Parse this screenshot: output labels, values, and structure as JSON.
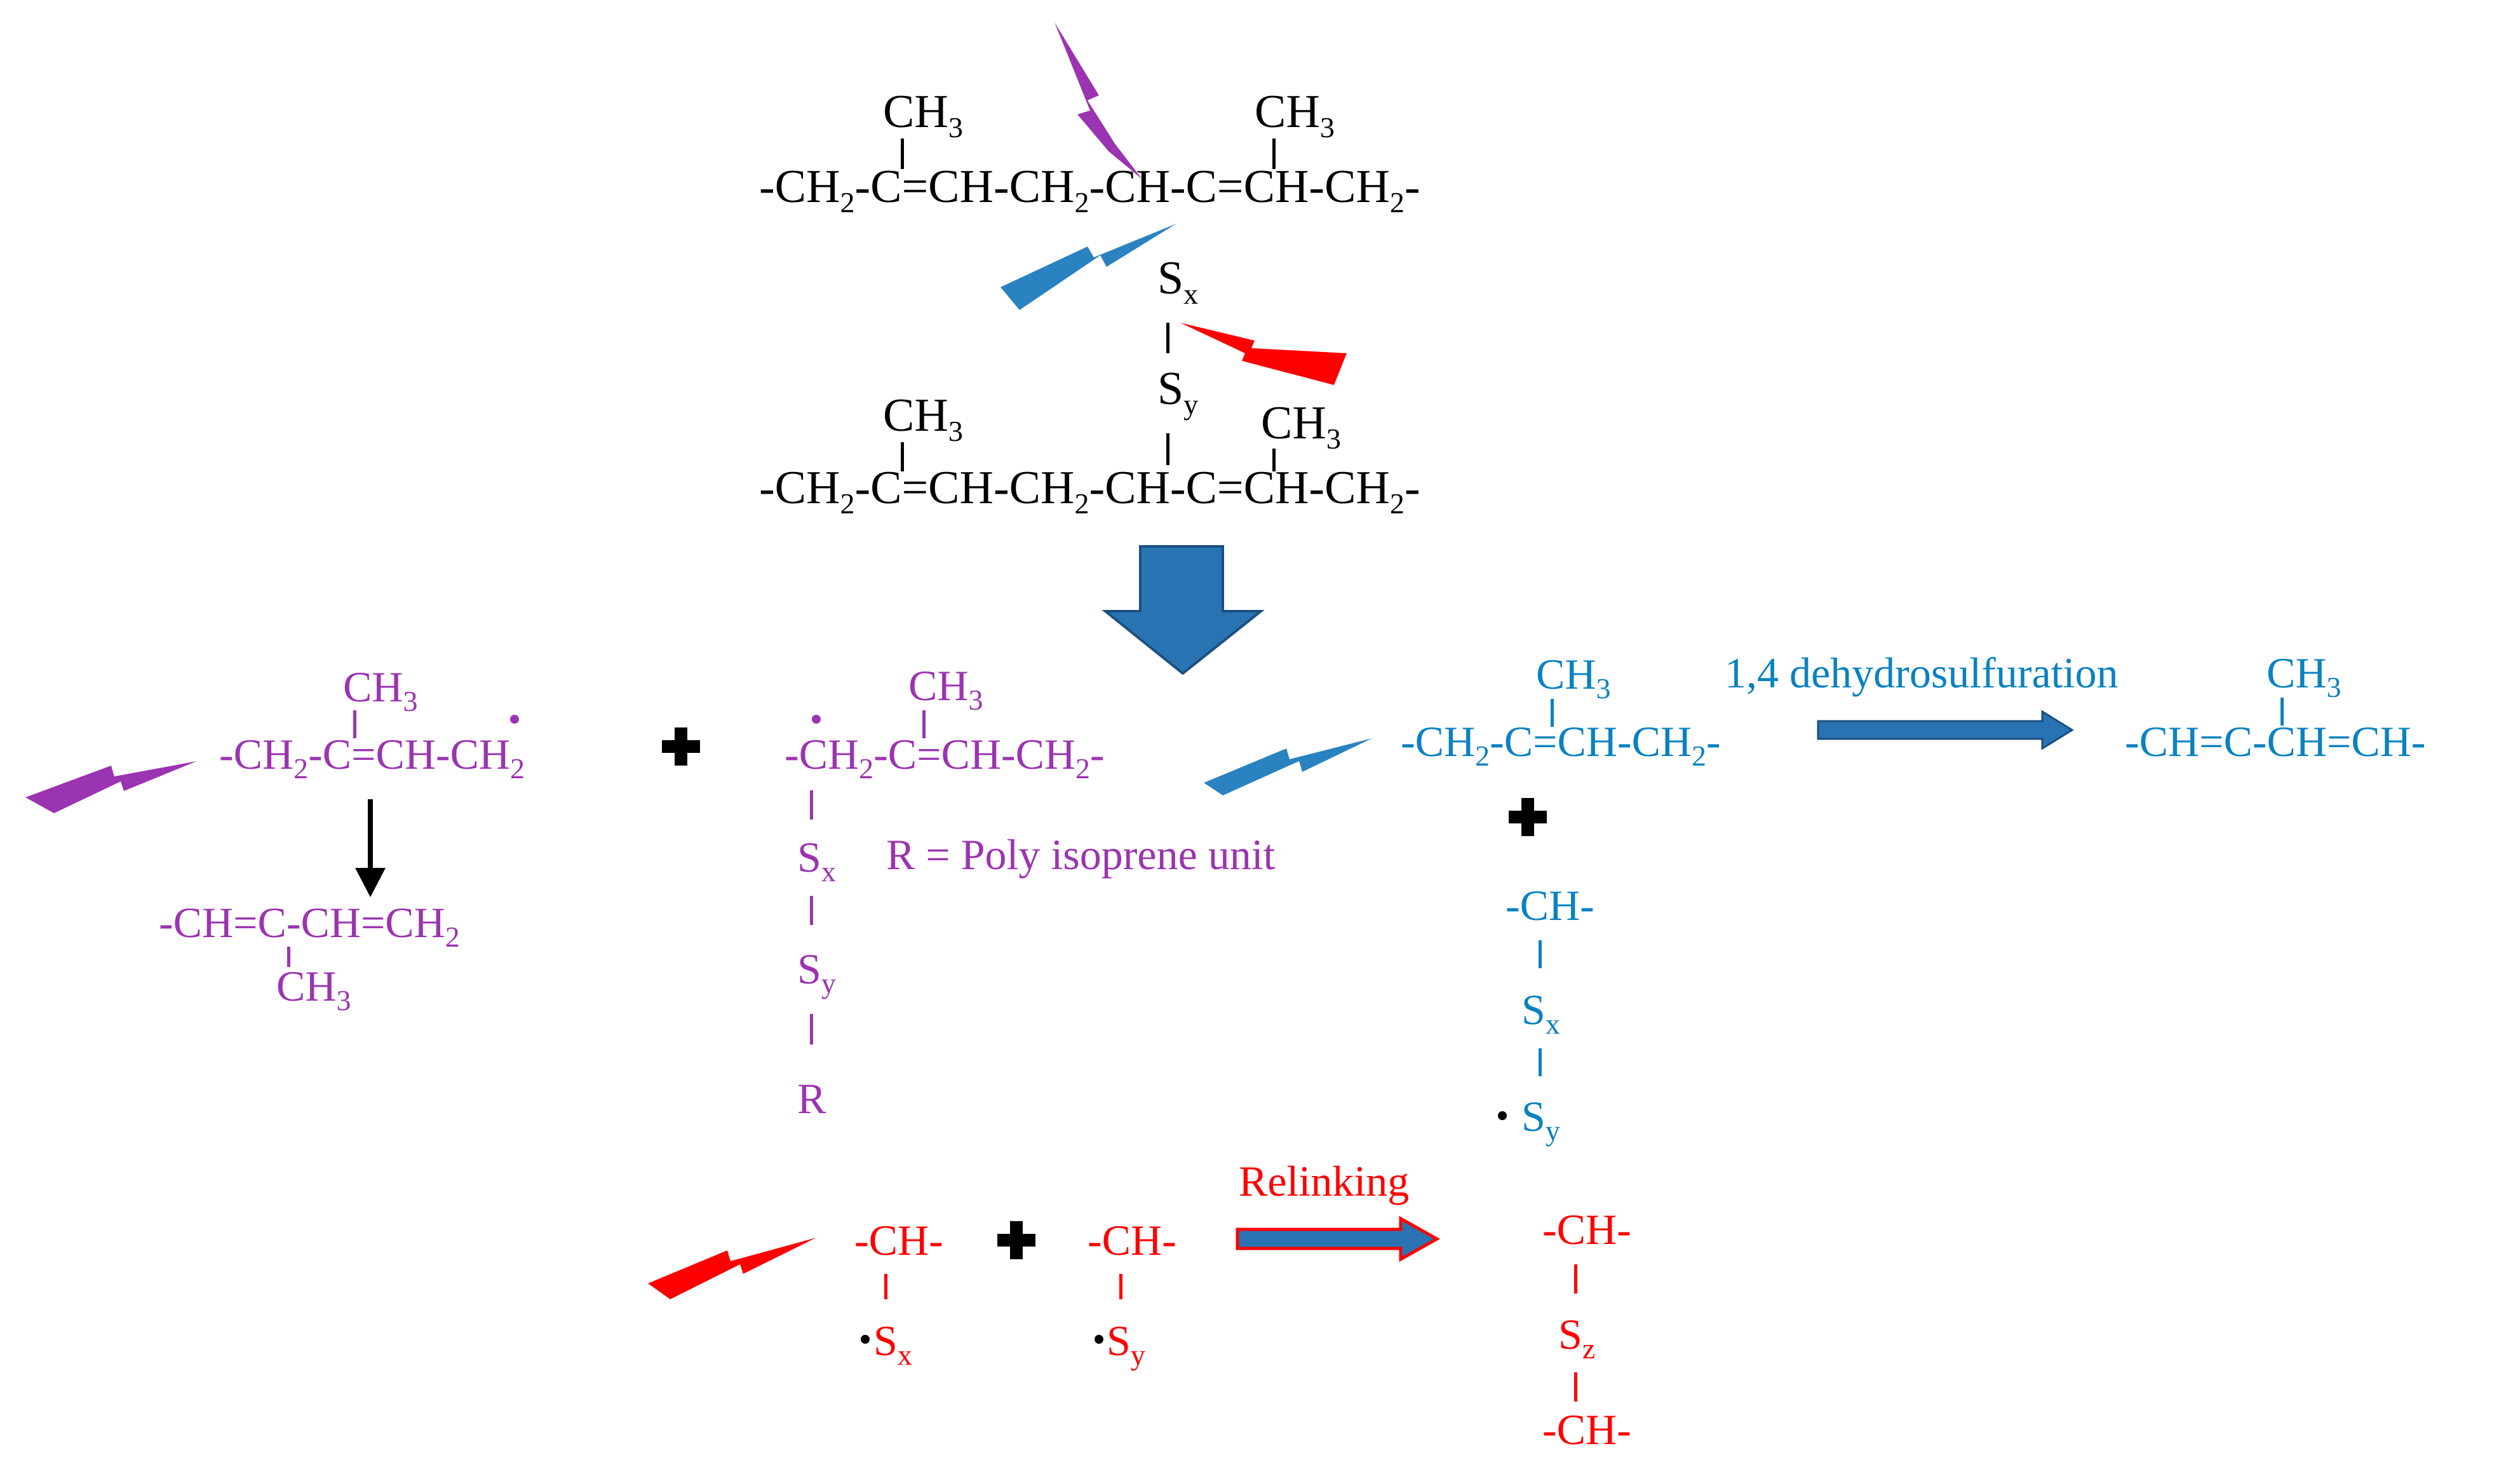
{
  "colors": {
    "black": "#000000",
    "purple": "#9b34b0",
    "blue": "#0a82c0",
    "red": "#ff0000",
    "arrow_blue": "#2a73b3"
  },
  "icons": {
    "lightning": "lightning-bolt-icon",
    "plus": "plus-icon",
    "down_arrow": "down-block-arrow-icon",
    "right_arrow": "right-block-arrow-icon"
  },
  "top": {
    "ch3": "CH",
    "ch3_sub": "3",
    "ch2": "-CH",
    "ch2_sub": "2",
    "dash": "-",
    "c_eq_ch": "-C=CH-CH",
    "ch": "-CH",
    "c_eq": "-C=CH-CH",
    "s": "S",
    "x": "x",
    "y": "y"
  },
  "purple": {
    "ch3": "CH",
    "sub3": "3",
    "chain_a": "-CH",
    "sub2": "2",
    "chain_b": "-C=CH-",
    "chain_c": "CH",
    "product": "-CH=C-CH=CH",
    "radical_chain_a": "CH",
    "radical_chain_b": "-C=CH-CH",
    "tail": "-",
    "s": "S",
    "x": "x",
    "y": "y",
    "r": "R",
    "r_label": "R = Poly isoprene unit"
  },
  "blue": {
    "ch3": "CH",
    "sub3": "3",
    "chain_a": "-CH",
    "sub2": "2",
    "chain_b": "-C=CH-CH",
    "tail": "-",
    "arrow_label": "1,4 dehydrosulfuration",
    "product": "-CH=C-CH=CH-",
    "ch": "-CH-",
    "s": "S",
    "x": "x",
    "y": "y"
  },
  "red": {
    "ch": "-CH-",
    "s": "S",
    "x": "x",
    "y": "y",
    "z": "z",
    "arrow_label": "Relinking"
  }
}
